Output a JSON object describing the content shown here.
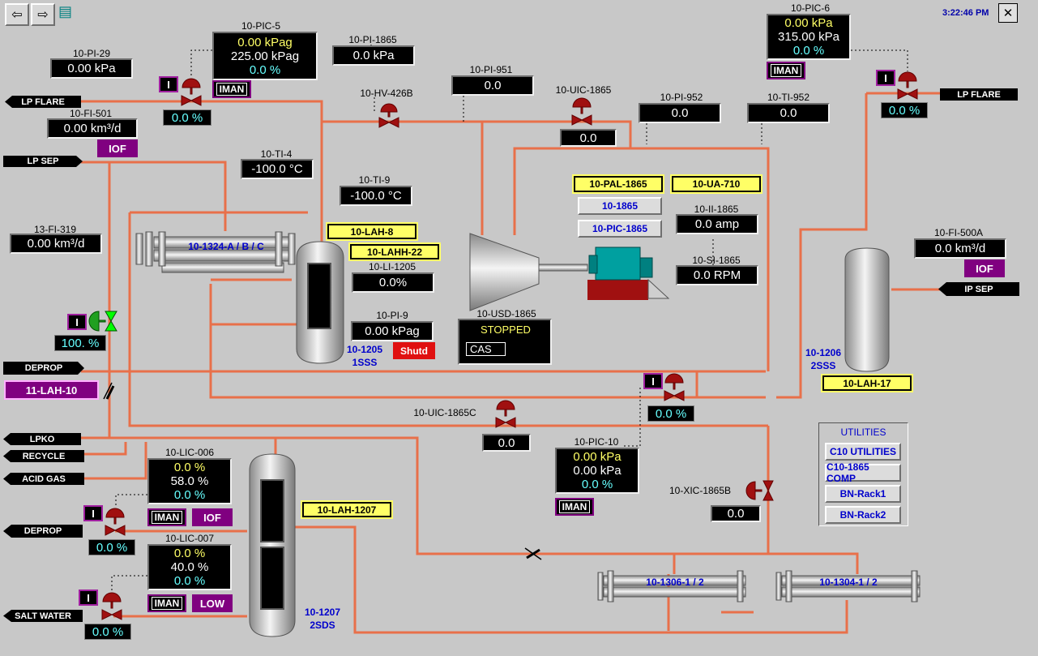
{
  "clock": "3:22:46 PM",
  "close_label": "✕",
  "colors": {
    "pipe": "#f08050",
    "valve": "#a01010",
    "alarm": "#ffff66",
    "mode": "#800080",
    "motor": "#00a0a0"
  },
  "streams": {
    "lp_flare_left": "LP FLARE",
    "lp_sep": "LP SEP",
    "lp_flare_right": "LP FLARE",
    "ip_sep": "IP SEP",
    "deprop_top": "DEPROP",
    "lpko": "LPKO",
    "recycle": "RECYCLE",
    "acid_gas": "ACID GAS",
    "deprop_bottom": "DEPROP",
    "salt_water": "SALT WATER"
  },
  "tags": {
    "pic5": {
      "tag": "10-PIC-5",
      "v1": "0.00 kPag",
      "v2": "225.00 kPag",
      "v3": "0.0 %",
      "mode": "IMAN",
      "out": "0.0 %",
      "i": "I"
    },
    "pi29": {
      "tag": "10-PI-29",
      "val": "0.00 kPa"
    },
    "fi501": {
      "tag": "10-FI-501",
      "val": "0.00 km³/d",
      "mode": "IOF"
    },
    "pi1865": {
      "tag": "10-PI-1865",
      "val": "0.0 kPa"
    },
    "hv426b": {
      "tag": "10-HV-426B"
    },
    "pi951": {
      "tag": "10-PI-951",
      "val": "0.0"
    },
    "uic1865": {
      "tag": "10-UIC-1865",
      "val": "0.0"
    },
    "pi952": {
      "tag": "10-PI-952",
      "val": "0.0"
    },
    "ti952": {
      "tag": "10-TI-952",
      "val": "0.0"
    },
    "pic6": {
      "tag": "10-PIC-6",
      "v1": "0.00 kPa",
      "v2": "315.00 kPa",
      "v3": "0.0 %",
      "mode": "IMAN",
      "out": "0.0 %",
      "i": "I"
    },
    "ti4": {
      "tag": "10-TI-4",
      "val": "-100.0 °C"
    },
    "ti9": {
      "tag": "10-TI-9",
      "val": "-100.0 °C"
    },
    "fi319": {
      "tag": "13-FI-319",
      "val": "0.00 km³/d"
    },
    "lah8": "10-LAH-8",
    "lahh22": "10-LAHH-22",
    "li1205": {
      "tag": "10-LI-1205",
      "val": "0.0%"
    },
    "pi9": {
      "tag": "10-PI-9",
      "val": "0.00 kPag",
      "shut": "Shutd"
    },
    "pal1865": "10-PAL-1865",
    "ua710": "10-UA-710",
    "btn1865": "10-1865",
    "btnpic1865": "10-PIC-1865",
    "ii1865": {
      "tag": "10-II-1865",
      "val": "0.0 amp"
    },
    "si1865": {
      "tag": "10-SI-1865",
      "val": "0.0 RPM"
    },
    "usd1865": {
      "tag": "10-USD-1865",
      "state": "STOPPED",
      "mode": "CAS"
    },
    "fi500a": {
      "tag": "10-FI-500A",
      "val": "0.0 km³/d",
      "mode": "IOF"
    },
    "left_valve": {
      "i": "I",
      "val": "100. %"
    },
    "lah10": "11-LAH-10",
    "uic1865c": {
      "tag": "10-UIC-1865C",
      "val": "0.0"
    },
    "mid_valve": {
      "i": "I",
      "val": "0.0 %"
    },
    "lah17": "10-LAH-17",
    "lic006": {
      "tag": "10-LIC-006",
      "v1": "0.0 %",
      "v2": "58.0 %",
      "v3": "0.0 %",
      "mode": "IMAN",
      "mode2": "IOF",
      "out": "0.0 %",
      "i": "I"
    },
    "lic007": {
      "tag": "10-LIC-007",
      "v1": "0.0 %",
      "v2": "40.0 %",
      "v3": "0.0 %",
      "mode": "IMAN",
      "mode2": "LOW",
      "out": "0.0 %",
      "i": "I"
    },
    "lah1207": "10-LAH-1207",
    "pic10": {
      "tag": "10-PIC-10",
      "v1": "0.00 kPa",
      "v2": "0.00 kPa",
      "v3": "0.0 %",
      "mode": "IMAN"
    },
    "xic1865b": {
      "tag": "10-XIC-1865B",
      "val": "0.0"
    }
  },
  "equipment": {
    "e1324": "10-1324-A / B / C",
    "v1205_a": "10-1205",
    "v1205_b": "1SSS",
    "v1206_a": "10-1206",
    "v1206_b": "2SSS",
    "v1207_a": "10-1207",
    "v1207_b": "2SDS",
    "e1306": "10-1306-1 / 2",
    "e1304": "10-1304-1 / 2"
  },
  "utilities": {
    "title": "UTILITIES",
    "b1": "C10 UTILITIES",
    "b2": "C10-1865 COMP",
    "b3": "BN-Rack1",
    "b4": "BN-Rack2"
  }
}
